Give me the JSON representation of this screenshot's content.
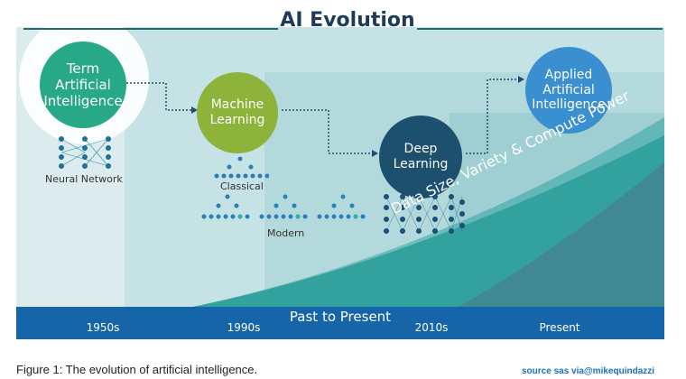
{
  "title": "AI Evolution",
  "circles": {
    "term_ai": [
      "Term",
      "Artificial",
      "Intelligence"
    ],
    "machine_learning": [
      "Machine",
      "Learning"
    ],
    "deep_learning": [
      "Deep",
      "Learning"
    ],
    "applied_ai": [
      "Applied",
      "Artificial",
      "Intelligence"
    ]
  },
  "labels": {
    "neural_network": "Neural Network",
    "classical": "Classical",
    "modern": "Modern",
    "data_size": "Data Size, Variety & Compute Power"
  },
  "timeline": {
    "title": "Past to Present",
    "ticks": [
      "1950s",
      "1990s",
      "2010s",
      "Present"
    ]
  },
  "figure_caption": "Figure 1: The evolution of artificial intelligence.",
  "source": "source sas via@mikequindazzi",
  "colors": {
    "teal_light": "#d7ecee",
    "teal_mid": "#b5dde0",
    "teal_dark": "#2e8b8b",
    "blue_band": "#1565a8",
    "term_ai": "#27a887",
    "machine_learning": "#8db33a",
    "deep_learning": "#1d4f6f",
    "applied_ai": "#3a8fd0"
  }
}
